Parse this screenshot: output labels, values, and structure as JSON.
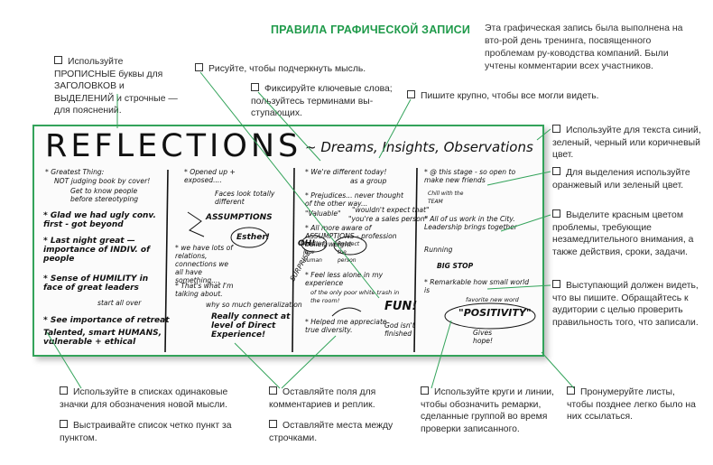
{
  "header": {
    "title": "ПРАВИЛА ГРАФИЧЕСКОЙ ЗАПИСИ",
    "intro": "Эта графическая запись была выполнена на вто-рой день тренинга, посвященного проблемам ру-ководства компаний. Были учтены комментарии всех участников."
  },
  "top_notes": [
    "Используйте ПРОПИСНЫЕ буквы для ЗАГОЛОВКОВ и ВЫДЕЛЕНИЙ и строчные — для пояснений.",
    "Рисуйте, чтобы подчеркнуть мысль.",
    "Фиксируйте ключевые слова; пользуйтесь терминами вы-ступающих.",
    "Пишите крупно, чтобы все могли видеть."
  ],
  "right_notes": [
    "Используйте для текста синий, зеленый, черный или коричневый цвет.",
    "Для выделения используйте оранжевый или зеленый цвет.",
    "Выделите красным цветом проблемы, требующие незамедлительного внимания, а также действия, сроки, задачи.",
    "Выступающий должен видеть, что вы пишите. Обращайтесь к аудитории с целью проверить правильность того, что записали."
  ],
  "bottom_notes": [
    "Используйте в списках одинаковые значки для обозначения новой мысли.",
    "Выстраивайте список четко пункт за пунктом.",
    "Оставляйте поля для комментариев и реплик.",
    "Оставляйте места между строчками.",
    "Используйте круги и линии, чтобы обозначить ремарки, сделанные группой во время проверки записанного.",
    "Пронумеруйте листы, чтобы позднее легко было на них ссылаться."
  ],
  "board": {
    "title": "REFLECTIONS",
    "subtitle": "~ Dreams, Insights, Observations",
    "col1": [
      "* Greatest Thing:",
      "NOT judging book by cover!",
      "Get to know people before stereotyping",
      "* Glad we had ugly conv. first - got beyond",
      "* Last night great — importance of INDIV. of people",
      "* Sense of HUMILITY in face of great leaders",
      "start all over",
      "* See importance of retreat",
      "Talented, smart HUMANS, vulnerable + ethical"
    ],
    "col2": [
      "* Opened up + exposed....",
      "Faces look totally different",
      "ASSUMPTIONS",
      "* we have lots of relations, connections we all have something....",
      "Esther!",
      "* That's what I'm talking about.",
      "why so much generalization",
      "Really connect at level of Direct Experience!"
    ],
    "col3": [
      "* We're different today!",
      "as a group",
      "* Prejudices... never thought of the other way...",
      "\"Valuable\"",
      "\"wouldn't expect that\"",
      "\"you're a sales person\"",
      "* All more aware of ASSUMPTIONS - profession belief, weight",
      "OH!",
      "SURPRISE",
      "Amazing how human",
      "Respect the person",
      "* Feel less alone in my experience",
      "of the only poor white trash in the room!",
      "FUN!",
      "* Helped me appreciate true diversity.",
      "God isn't finished"
    ],
    "col4": [
      "* @ this stage - so open to make new friends",
      "Chill with the TEAM",
      "* All of us work in the City. Leadership brings together",
      "Running",
      "BIG STOP",
      "* Remarkable how small world is",
      "favorite new word",
      "\"POSITIVITY\"",
      "Gives hope!"
    ]
  }
}
